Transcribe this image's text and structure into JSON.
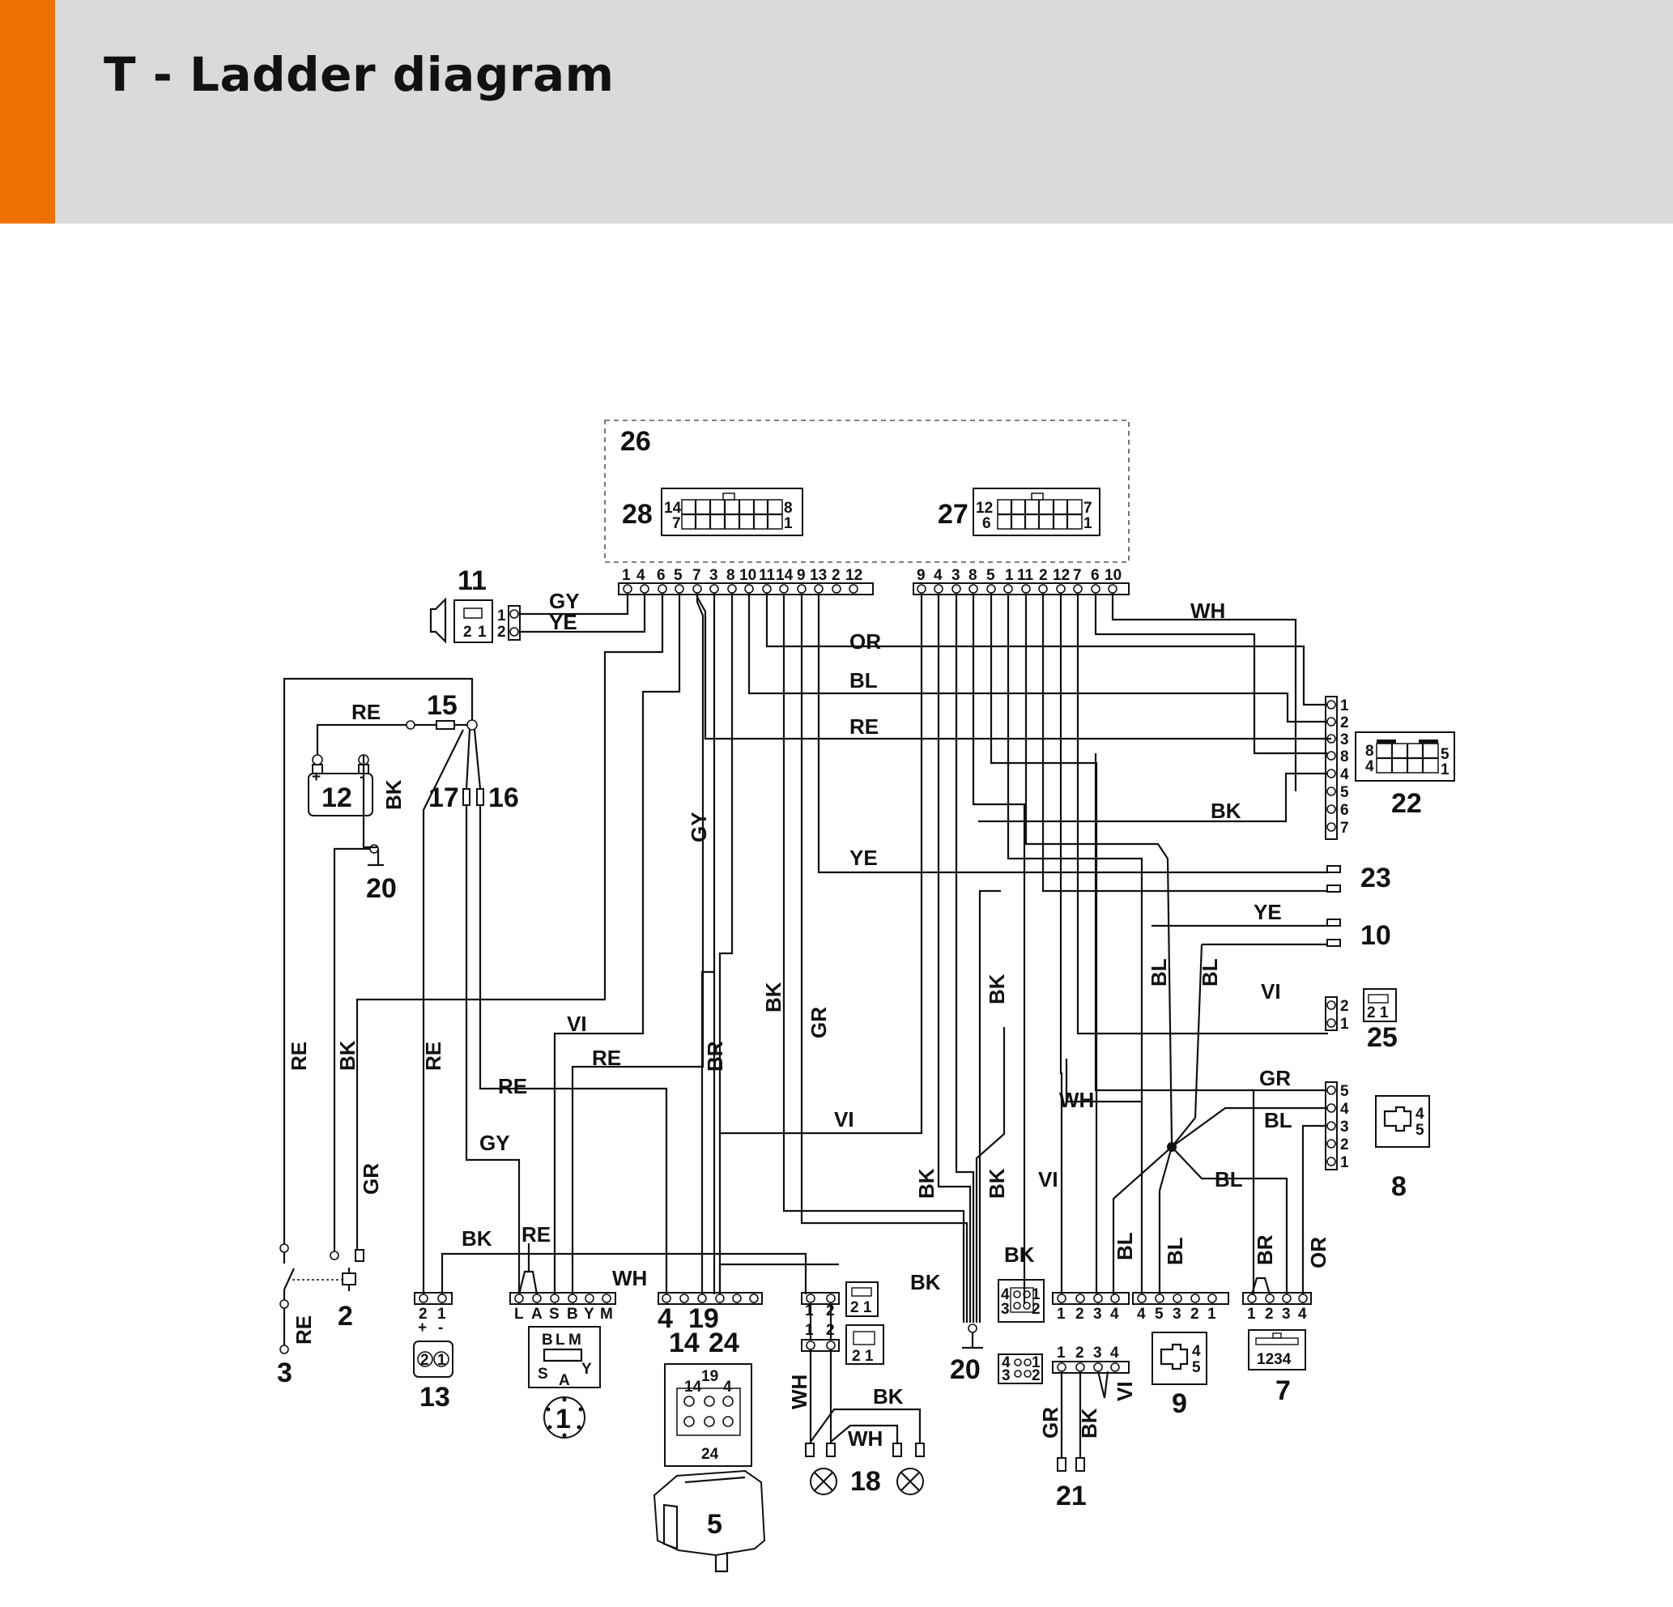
{
  "page": {
    "title": "T - Ladder diagram"
  },
  "components": {
    "c26": "26",
    "c28": "28",
    "c27": "27",
    "c11": "11",
    "c15": "15",
    "c12": "12",
    "c17": "17",
    "c16": "16",
    "c20a": "20",
    "c22": "22",
    "c23": "23",
    "c10": "10",
    "c25": "25",
    "c8": "8",
    "c2": "2",
    "c3": "3",
    "c13": "13",
    "c1": "1",
    "c4": "4",
    "c19": "19",
    "c14": "14",
    "c24": "24",
    "c5": "5",
    "c18": "18",
    "c20b": "20",
    "c21": "21",
    "c9": "9",
    "c7": "7"
  },
  "connector_pins": {
    "p28_left": [
      "1",
      "4",
      "6",
      "5",
      "7",
      "3",
      "8",
      "10",
      "11",
      "14",
      "9",
      "13",
      "2",
      "12"
    ],
    "p27_right": [
      "9",
      "4",
      "3",
      "8",
      "5",
      "1",
      "11",
      "2",
      "12",
      "7",
      "6",
      "10"
    ],
    "p28_inner": {
      "a": "14",
      "b": "7",
      "c": "8",
      "d": "1"
    },
    "p27_inner": {
      "a": "12",
      "b": "6",
      "c": "7",
      "d": "1"
    },
    "p11": {
      "a": "1",
      "b": "2",
      "c": "2",
      "d": "1"
    },
    "p22_strip": [
      "1",
      "2",
      "3",
      "8",
      "4",
      "5",
      "6",
      "7"
    ],
    "p22_inner": {
      "a": "8",
      "b": "4",
      "c": "5",
      "d": "1"
    },
    "p25_strip": [
      "2",
      "1"
    ],
    "p25_inner": "2 1",
    "p8_strip": [
      "5",
      "4",
      "3",
      "2",
      "1"
    ],
    "p8_inner": {
      "a": "4",
      "b": "5"
    },
    "p13": {
      "a": "2",
      "b": "1",
      "c": "+",
      "d": "-"
    },
    "p1_strip": [
      "L",
      "A",
      "S",
      "B",
      "Y",
      "M"
    ],
    "p1_inner": {
      "a": "B",
      "b": "L",
      "c": "M",
      "d": "S",
      "e": "A",
      "f": "Y",
      "g": "1"
    },
    "p5_inner": {
      "a": "19",
      "b": "14",
      "c": "4",
      "d": "24"
    },
    "p18": {
      "a": "1",
      "b": "2",
      "c": "1",
      "d": "2",
      "e": "2 1",
      "f": "2 1"
    },
    "p21_strip": [
      "1",
      "2",
      "3",
      "4"
    ],
    "p21_lower": [
      "1",
      "2",
      "3",
      "4"
    ],
    "p21_inner": {
      "a": "4",
      "b": "3",
      "c": "1",
      "d": "2"
    },
    "p9_strip": [
      "4",
      "5",
      "3",
      "2",
      "1"
    ],
    "p9_inner": {
      "a": "4",
      "b": "5"
    },
    "p7_strip": [
      "1",
      "2",
      "3",
      "4"
    ],
    "p7_inner": "1234"
  },
  "wire_labels": {
    "gy1": "GY",
    "ye1": "YE",
    "wh1": "WH",
    "or1": "OR",
    "bl1": "BL",
    "re1": "RE",
    "re2": "RE",
    "bk1": "BK",
    "gy2": "GY",
    "ye2": "YE",
    "ye3": "YE",
    "bk2": "BK",
    "bl2": "BL",
    "bl3": "BL",
    "vi1": "VI",
    "re3": "RE",
    "bk3": "BK",
    "re4": "RE",
    "vi2": "VI",
    "re5": "RE",
    "br1": "BR",
    "bk4": "BK",
    "gr1": "GR",
    "re6": "RE",
    "gr2": "GR",
    "gy3": "GY",
    "vi3": "VI",
    "bk5": "BK",
    "wh2": "WH",
    "gr3": "GR",
    "bl4": "BL",
    "bk6": "BK",
    "bk7": "BK",
    "vi4": "VI",
    "bl5": "BL",
    "bl6": "BL",
    "bl7": "BL",
    "br2": "BR",
    "or2": "OR",
    "bk8": "BK",
    "re7": "RE",
    "wh3": "WH",
    "bk9": "BK",
    "bk10": "BK",
    "re8": "RE",
    "wh4": "WH",
    "bk11": "BK",
    "wh5": "WH",
    "gr4": "GR",
    "bk12": "BK",
    "vi5": "VI"
  }
}
